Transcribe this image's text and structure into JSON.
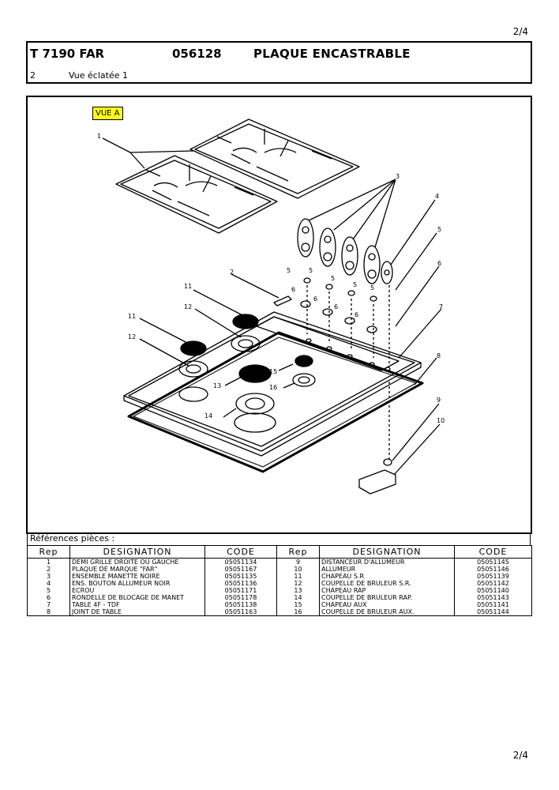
{
  "page": {
    "number": "2/4"
  },
  "header": {
    "model": "T 7190 FAR",
    "code": "056128",
    "title": "PLAQUE ENCASTRABLE",
    "sheet": "2",
    "view": "Vue éclatée 1"
  },
  "drawing": {
    "view_label": "VUE A",
    "callouts": [
      "1",
      "2",
      "3",
      "4",
      "5",
      "6",
      "7",
      "8",
      "9",
      "10",
      "11",
      "12",
      "13",
      "14",
      "15",
      "16"
    ],
    "colors": {
      "view_label_bg": "#ffff1e",
      "line": "#000000"
    }
  },
  "references": {
    "title": "Références pièces  :",
    "headers": {
      "rep": "Rep",
      "designation": "DESIGNATION",
      "code": "CODE"
    },
    "left": [
      {
        "rep": "1",
        "designation": "DEMI GRILLE DROITE OU GAUCHE",
        "code": "05051134"
      },
      {
        "rep": "2",
        "designation": "PLAQUE DE MARQUE \"FAR\"",
        "code": "05051167"
      },
      {
        "rep": "3",
        "designation": "ENSEMBLE MANETTE NOIRE",
        "code": "05051135"
      },
      {
        "rep": "4",
        "designation": "ENS. BOUTON ALLUMEUR NOIR",
        "code": "05051136"
      },
      {
        "rep": "5",
        "designation": "ECROU",
        "code": "05051171"
      },
      {
        "rep": "6",
        "designation": "RONDELLE DE BLOCAGE DE MANET",
        "code": "05051178"
      },
      {
        "rep": "7",
        "designation": "TABLE 4F - TDF",
        "code": "05051138"
      },
      {
        "rep": "8",
        "designation": "JOINT DE TABLE",
        "code": "05051163"
      }
    ],
    "right": [
      {
        "rep": "9",
        "designation": "DISTANCEUR D'ALLUMEUR",
        "code": "05051145"
      },
      {
        "rep": "10",
        "designation": "ALLUMEUR",
        "code": "05051146"
      },
      {
        "rep": "11",
        "designation": "CHAPEAU S.R",
        "code": "05051139"
      },
      {
        "rep": "12",
        "designation": "COUPELLE DE BRULEUR S.R.",
        "code": "05051142"
      },
      {
        "rep": "13",
        "designation": "CHAPEAU RAP",
        "code": "05051140"
      },
      {
        "rep": "14",
        "designation": "COUPELLE DE BRULEUR RAP.",
        "code": "05051143"
      },
      {
        "rep": "15",
        "designation": "CHAPEAU AUX",
        "code": "05051141"
      },
      {
        "rep": "16",
        "designation": "COUPELLE DE BRULEUR AUX.",
        "code": "05051144"
      }
    ]
  }
}
